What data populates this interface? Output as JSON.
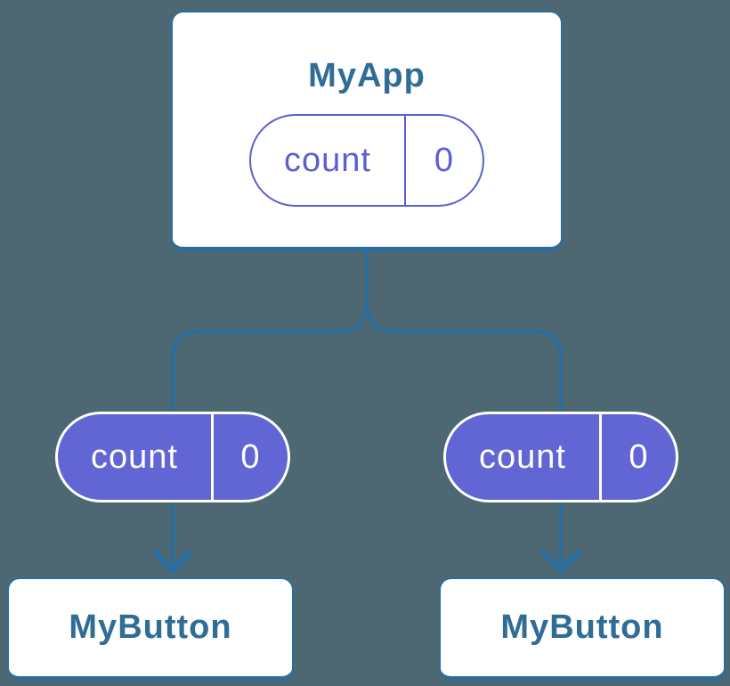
{
  "colors": {
    "bg": "#4D6872",
    "line": "#2B6D9E",
    "node-bg": "#FFFFFF",
    "node-text": "#2F6D96",
    "purple": "#5B5FD1",
    "purple-fill": "#6166D4",
    "pill-text-light": "#FFFFFF"
  },
  "tree": {
    "root": {
      "title": "MyApp",
      "state": {
        "label": "count",
        "value": "0"
      }
    },
    "children": [
      {
        "title": "MyButton",
        "state": {
          "label": "count",
          "value": "0"
        }
      },
      {
        "title": "MyButton",
        "state": {
          "label": "count",
          "value": "0"
        }
      }
    ]
  }
}
